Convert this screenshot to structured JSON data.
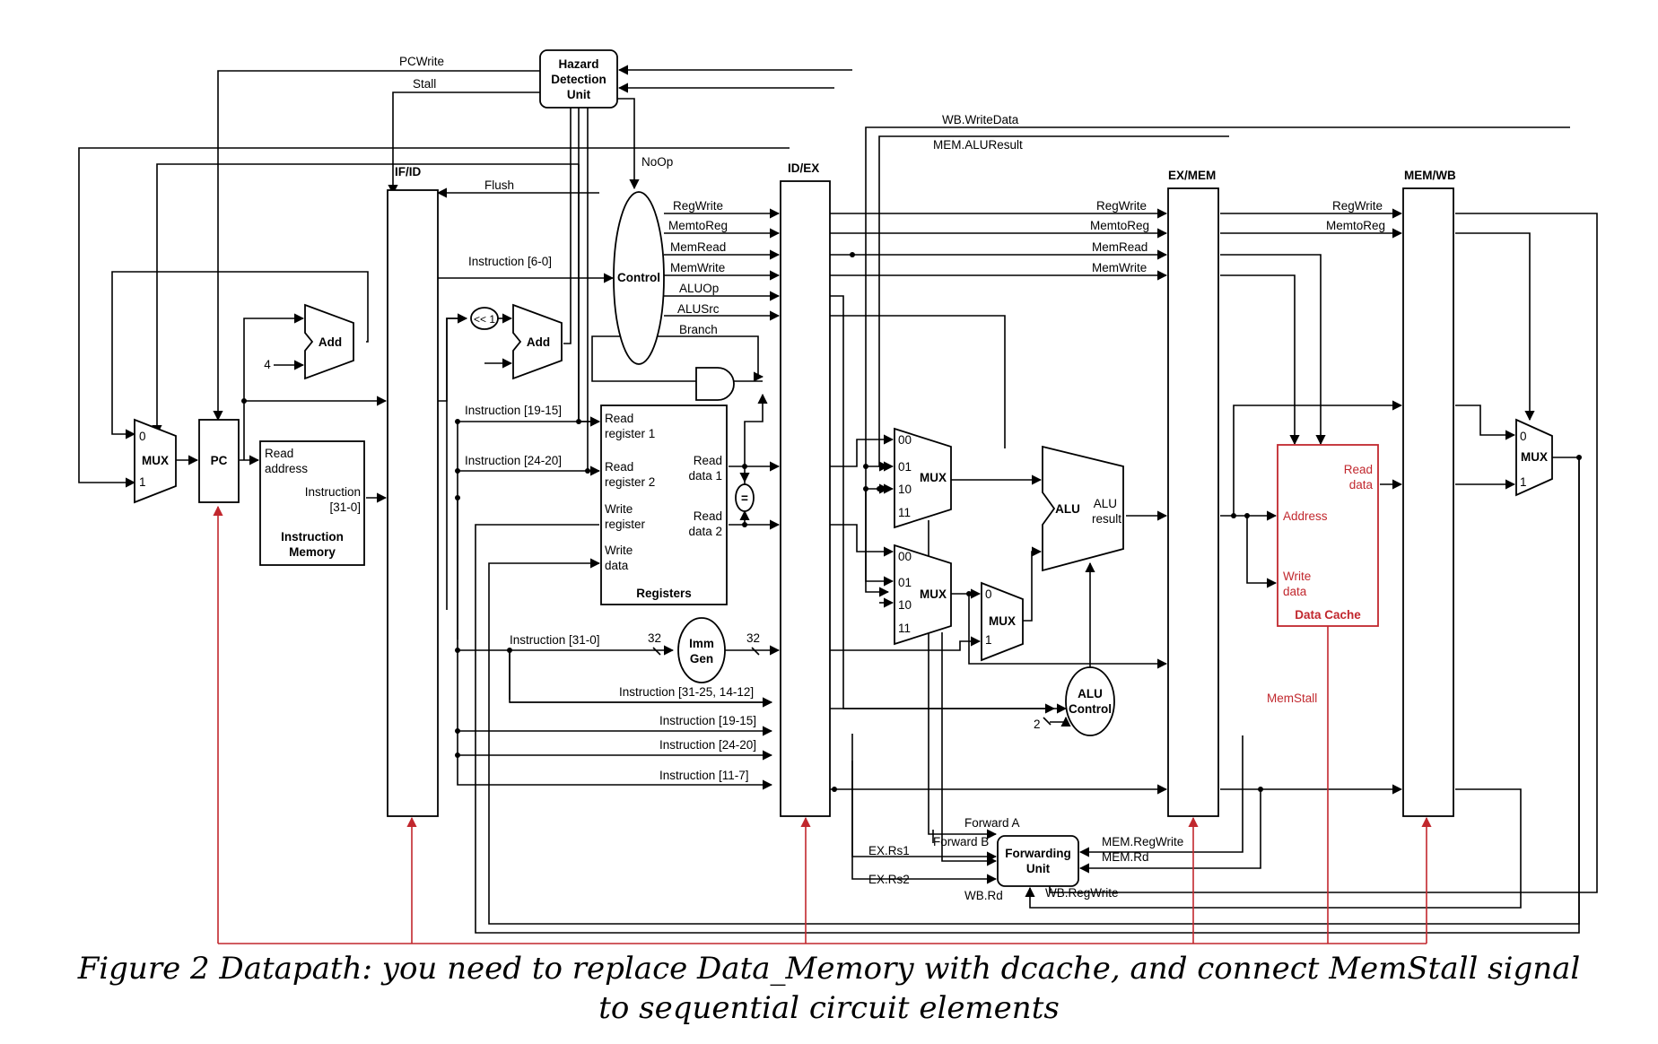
{
  "colors": {
    "wire": "#000000",
    "stall": "#c1272d"
  },
  "labels": {
    "pcwrite": "PCWrite",
    "stall": "Stall",
    "hazard1": "Hazard",
    "hazard2": "Detection",
    "hazard3": "Unit",
    "noop": "NoOp",
    "wb_writedata": "WB.WriteData",
    "mem_aluresult": "MEM.ALUResult",
    "ifid": "IF/ID",
    "idex": "ID/EX",
    "exmem": "EX/MEM",
    "memwb": "MEM/WB",
    "flush": "Flush",
    "control": "Control",
    "regwrite": "RegWrite",
    "memtoreg": "MemtoReg",
    "memread": "MemRead",
    "memwrite": "MemWrite",
    "aluop": "ALUOp",
    "alusrc": "ALUSrc",
    "branch": "Branch",
    "instr_6_0": "Instruction [6-0]",
    "instr_19_15": "Instruction [19-15]",
    "instr_24_20": "Instruction [24-20]",
    "instr_31_0": "Instruction [31-0]",
    "instr_31_25": "Instruction [31-25, 14-12]",
    "instr_11_7": "Instruction [11-7]",
    "add": "Add",
    "four": "4",
    "shift": "<< 1",
    "mux": "MUX",
    "pc": "PC",
    "read_address1": "Read",
    "read_address2": "address",
    "instruction1": "Instruction",
    "instruction2": "[31-0]",
    "imem1": "Instruction",
    "imem2": "Memory",
    "rr1a": "Read",
    "rr1b": "register 1",
    "rr2a": "Read",
    "rr2b": "register 2",
    "wra": "Write",
    "wrb": "register",
    "wda": "Write",
    "wdb": "data",
    "rd1a": "Read",
    "rd1b": "data 1",
    "rd2a": "Read",
    "rd2b": "data 2",
    "registers": "Registers",
    "eq": "=",
    "bits32": "32",
    "imm1": "Imm",
    "imm2": "Gen",
    "m00": "00",
    "m01": "01",
    "m10": "10",
    "m11": "11",
    "zero": "0",
    "one": "1",
    "alu": "ALU",
    "alu_result1": "ALU",
    "alu_result2": "result",
    "aluctl1": "ALU",
    "aluctl2": "Control",
    "two": "2",
    "dc_read1": "Read",
    "dc_read2": "data",
    "dc_address": "Address",
    "dc_write1": "Write",
    "dc_write2": "data",
    "data_cache": "Data Cache",
    "memstall": "MemStall",
    "forward_a": "Forward A",
    "forward_b": "Forward B",
    "fwd1": "Forwarding",
    "fwd2": "Unit",
    "ex_rs1": "EX.Rs1",
    "ex_rs2": "EX.Rs2",
    "mem_regwrite": "MEM.RegWrite",
    "mem_rd": "MEM.Rd",
    "wb_rd": "WB.Rd",
    "wb_regwrite": "WB.RegWrite"
  },
  "caption": {
    "line1": "Figure 2 Datapath: you need to replace Data_Memory with dcache, and connect MemStall signal",
    "line2": "to sequential circuit elements"
  }
}
